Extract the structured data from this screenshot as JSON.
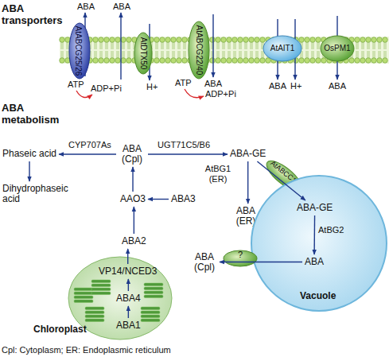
{
  "diagram": {
    "caption": "Cpl: Cytoplasm; ER: Endoplasmic reticulum",
    "nodes": [
      {
        "text": [
          "AtABCG25/26"
        ]
      },
      {
        "text": [
          "AtDTX50"
        ]
      },
      {
        "text": [
          "AtABCG22/40"
        ]
      },
      {
        "text": [
          "AtAIT1"
        ]
      },
      {
        "text": [
          "OsPM1"
        ]
      },
      {
        "text": [
          "Phaseic acid"
        ]
      },
      {
        "text": [
          "ABA (Cpl)"
        ]
      },
      {
        "text": [
          "ABA-GE"
        ]
      },
      {
        "text": [
          "Dihydrophaseic acid"
        ]
      },
      {
        "text": [
          "AAO3"
        ]
      },
      {
        "text": [
          "ABA3"
        ]
      },
      {
        "text": [
          "ABA (ER)"
        ]
      },
      {
        "text": [
          "AtABCC1/2"
        ]
      },
      {
        "text": [
          "Vacuole"
        ]
      },
      {
        "text": [
          "ABA-GE"
        ],
        "in": 13
      },
      {
        "text": [
          "ABA"
        ],
        "in": 13
      },
      {
        "text": [
          "ABA2"
        ]
      },
      {
        "text": [
          "?"
        ]
      },
      {
        "text": [
          "ABA (Cpl)"
        ]
      },
      {
        "text": [
          "Chloroplast"
        ]
      },
      {
        "text": [
          "VP14/NCED3"
        ],
        "in": 19
      },
      {
        "text": [
          "ABA4"
        ],
        "in": 19
      },
      {
        "text": [
          "ABA1"
        ],
        "in": 19
      }
    ],
    "edges": [
      {
        "from": 6,
        "to": 5,
        "arrow": "to",
        "label": "CYP707As"
      },
      {
        "from": 5,
        "to": 8,
        "arrow": "to"
      },
      {
        "from": 6,
        "to": 7,
        "arrow": "to",
        "label": "UGT71C5/B6"
      },
      {
        "from": 7,
        "to": 11,
        "arrow": "to",
        "label": "AtBG1 (ER)"
      },
      {
        "from": 7,
        "to": 14,
        "arrow": "to"
      },
      {
        "from": 14,
        "to": 15,
        "arrow": "to",
        "label": "AtBG2"
      },
      {
        "from": 15,
        "to": 18,
        "arrow": "to"
      },
      {
        "from": 16,
        "to": 9,
        "arrow": "to"
      },
      {
        "from": 9,
        "to": 6,
        "arrow": "to"
      },
      {
        "from": 10,
        "to": 9,
        "arrow": "to"
      },
      {
        "from": 22,
        "to": 21,
        "arrow": "to"
      },
      {
        "from": 21,
        "to": 20,
        "arrow": "to"
      },
      {
        "from": 20,
        "to": 16,
        "arrow": "to"
      }
    ],
    "labels": [
      "ABA transporters",
      "ABA",
      "ABA",
      "ATP",
      "ADP+Pi",
      "H+",
      "ATP",
      "ABA",
      "ADP+Pi",
      "ABA",
      "H+",
      "ABA",
      "ABA metabolism"
    ]
  }
}
